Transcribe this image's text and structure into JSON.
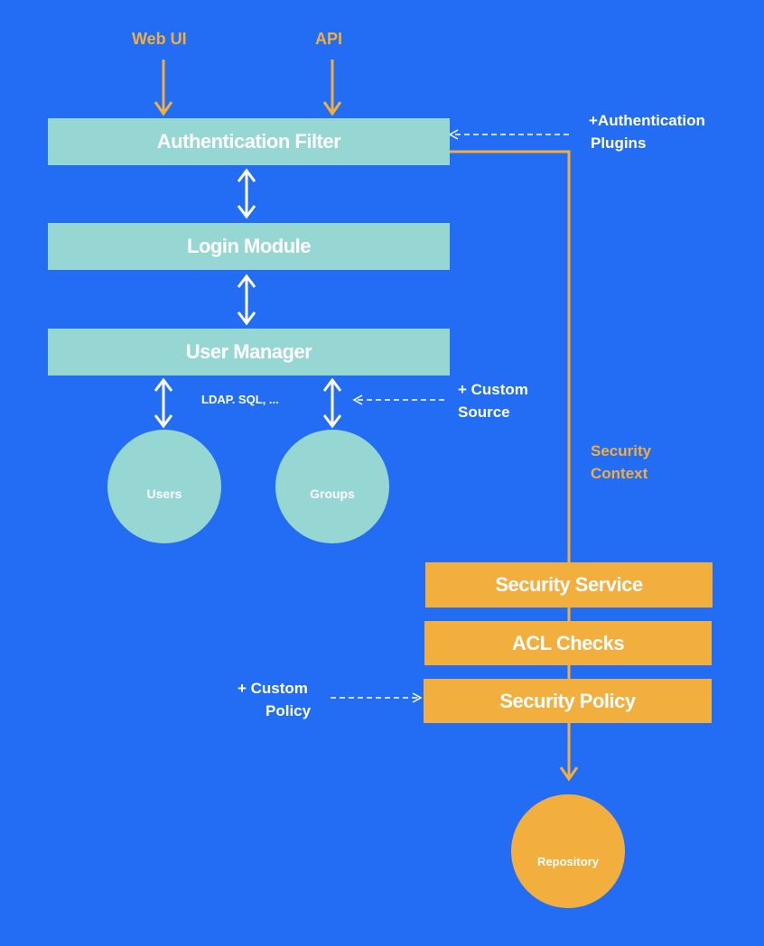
{
  "inputs": {
    "web_ui": "Web UI",
    "api": "API"
  },
  "boxes": {
    "authentication_filter": "Authentication Filter",
    "login_module": "Login Module",
    "user_manager": "User Manager",
    "security_service": "Security Service",
    "acl_checks": "ACL Checks",
    "security_policy": "Security Policy"
  },
  "stores": {
    "users": "Users",
    "groups": "Groups",
    "repository": "Repository"
  },
  "annotations": {
    "auth_plugins": [
      "+Authentication",
      "Plugins"
    ],
    "ldap_sql": "LDAP. SQL, ...",
    "custom_source": [
      "+ Custom",
      "Source"
    ],
    "security_context": [
      "Security",
      "Context"
    ],
    "custom_policy": [
      "+ Custom",
      "Policy"
    ]
  },
  "colors": {
    "background": "#236df5",
    "teal": "#96d7d4",
    "orange": "#f2af3e",
    "white": "#ffffff"
  }
}
